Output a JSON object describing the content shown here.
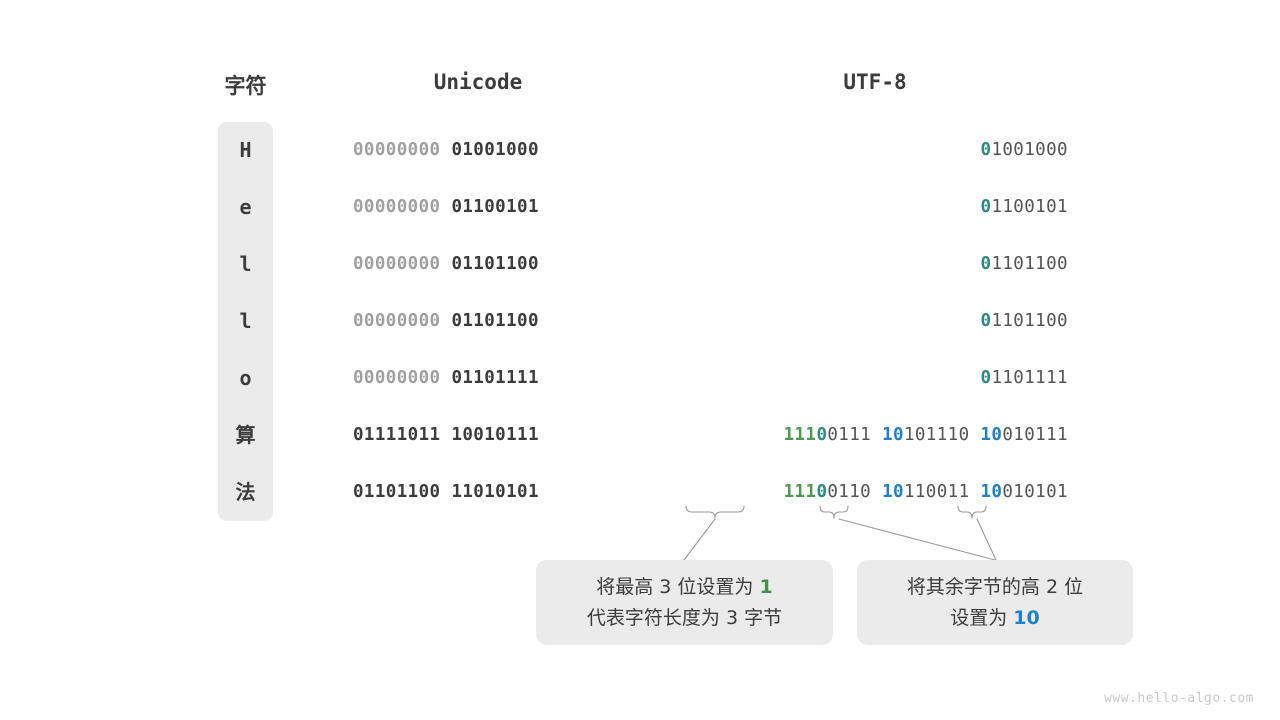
{
  "headers": {
    "character": "字符",
    "unicode": "Unicode",
    "utf8": "UTF-8"
  },
  "rows": [
    {
      "char": "H",
      "unicode": {
        "high_byte": "00000000",
        "low_byte": "01001000"
      },
      "utf8_bytes": [
        {
          "prefix": "0",
          "prefix_color": "teal",
          "rest": "1001000"
        }
      ]
    },
    {
      "char": "e",
      "unicode": {
        "high_byte": "00000000",
        "low_byte": "01100101"
      },
      "utf8_bytes": [
        {
          "prefix": "0",
          "prefix_color": "teal",
          "rest": "1100101"
        }
      ]
    },
    {
      "char": "l",
      "unicode": {
        "high_byte": "00000000",
        "low_byte": "01101100"
      },
      "utf8_bytes": [
        {
          "prefix": "0",
          "prefix_color": "teal",
          "rest": "1101100"
        }
      ]
    },
    {
      "char": "l",
      "unicode": {
        "high_byte": "00000000",
        "low_byte": "01101100"
      },
      "utf8_bytes": [
        {
          "prefix": "0",
          "prefix_color": "teal",
          "rest": "1101100"
        }
      ]
    },
    {
      "char": "o",
      "unicode": {
        "high_byte": "00000000",
        "low_byte": "01101111"
      },
      "utf8_bytes": [
        {
          "prefix": "0",
          "prefix_color": "teal",
          "rest": "1101111"
        }
      ]
    },
    {
      "char": "算",
      "unicode": {
        "high_byte": "01111011",
        "low_byte": "10010111"
      },
      "utf8_bytes": [
        {
          "prefix": "111",
          "prefix_color": "green",
          "prefix2": "0",
          "prefix2_color": "teal",
          "rest": "0111"
        },
        {
          "prefix": "10",
          "prefix_color": "blue",
          "rest": "101110"
        },
        {
          "prefix": "10",
          "prefix_color": "blue",
          "rest": "010111"
        }
      ]
    },
    {
      "char": "法",
      "unicode": {
        "high_byte": "01101100",
        "low_byte": "11010101"
      },
      "utf8_bytes": [
        {
          "prefix": "111",
          "prefix_color": "green",
          "prefix2": "0",
          "prefix2_color": "teal",
          "rest": "0110"
        },
        {
          "prefix": "10",
          "prefix_color": "blue",
          "rest": "110011"
        },
        {
          "prefix": "10",
          "prefix_color": "blue",
          "rest": "010101"
        }
      ]
    }
  ],
  "notes": {
    "left": {
      "line1_a": "将最高 3 位设置为 ",
      "line1_hl": "1",
      "line2": "代表字符长度为 3 字节"
    },
    "right": {
      "line1": "将其余字节的高 2 位",
      "line2_a": "设置为 ",
      "line2_hl": "10"
    }
  },
  "watermark": "www.hello-algo.com",
  "colors": {
    "green": "#4c9a52",
    "teal": "#2d8a80",
    "blue": "#1f82c8",
    "dim": "#a0a0a0",
    "dark": "#3c3c3c",
    "pill_bg": "#ebebeb"
  }
}
